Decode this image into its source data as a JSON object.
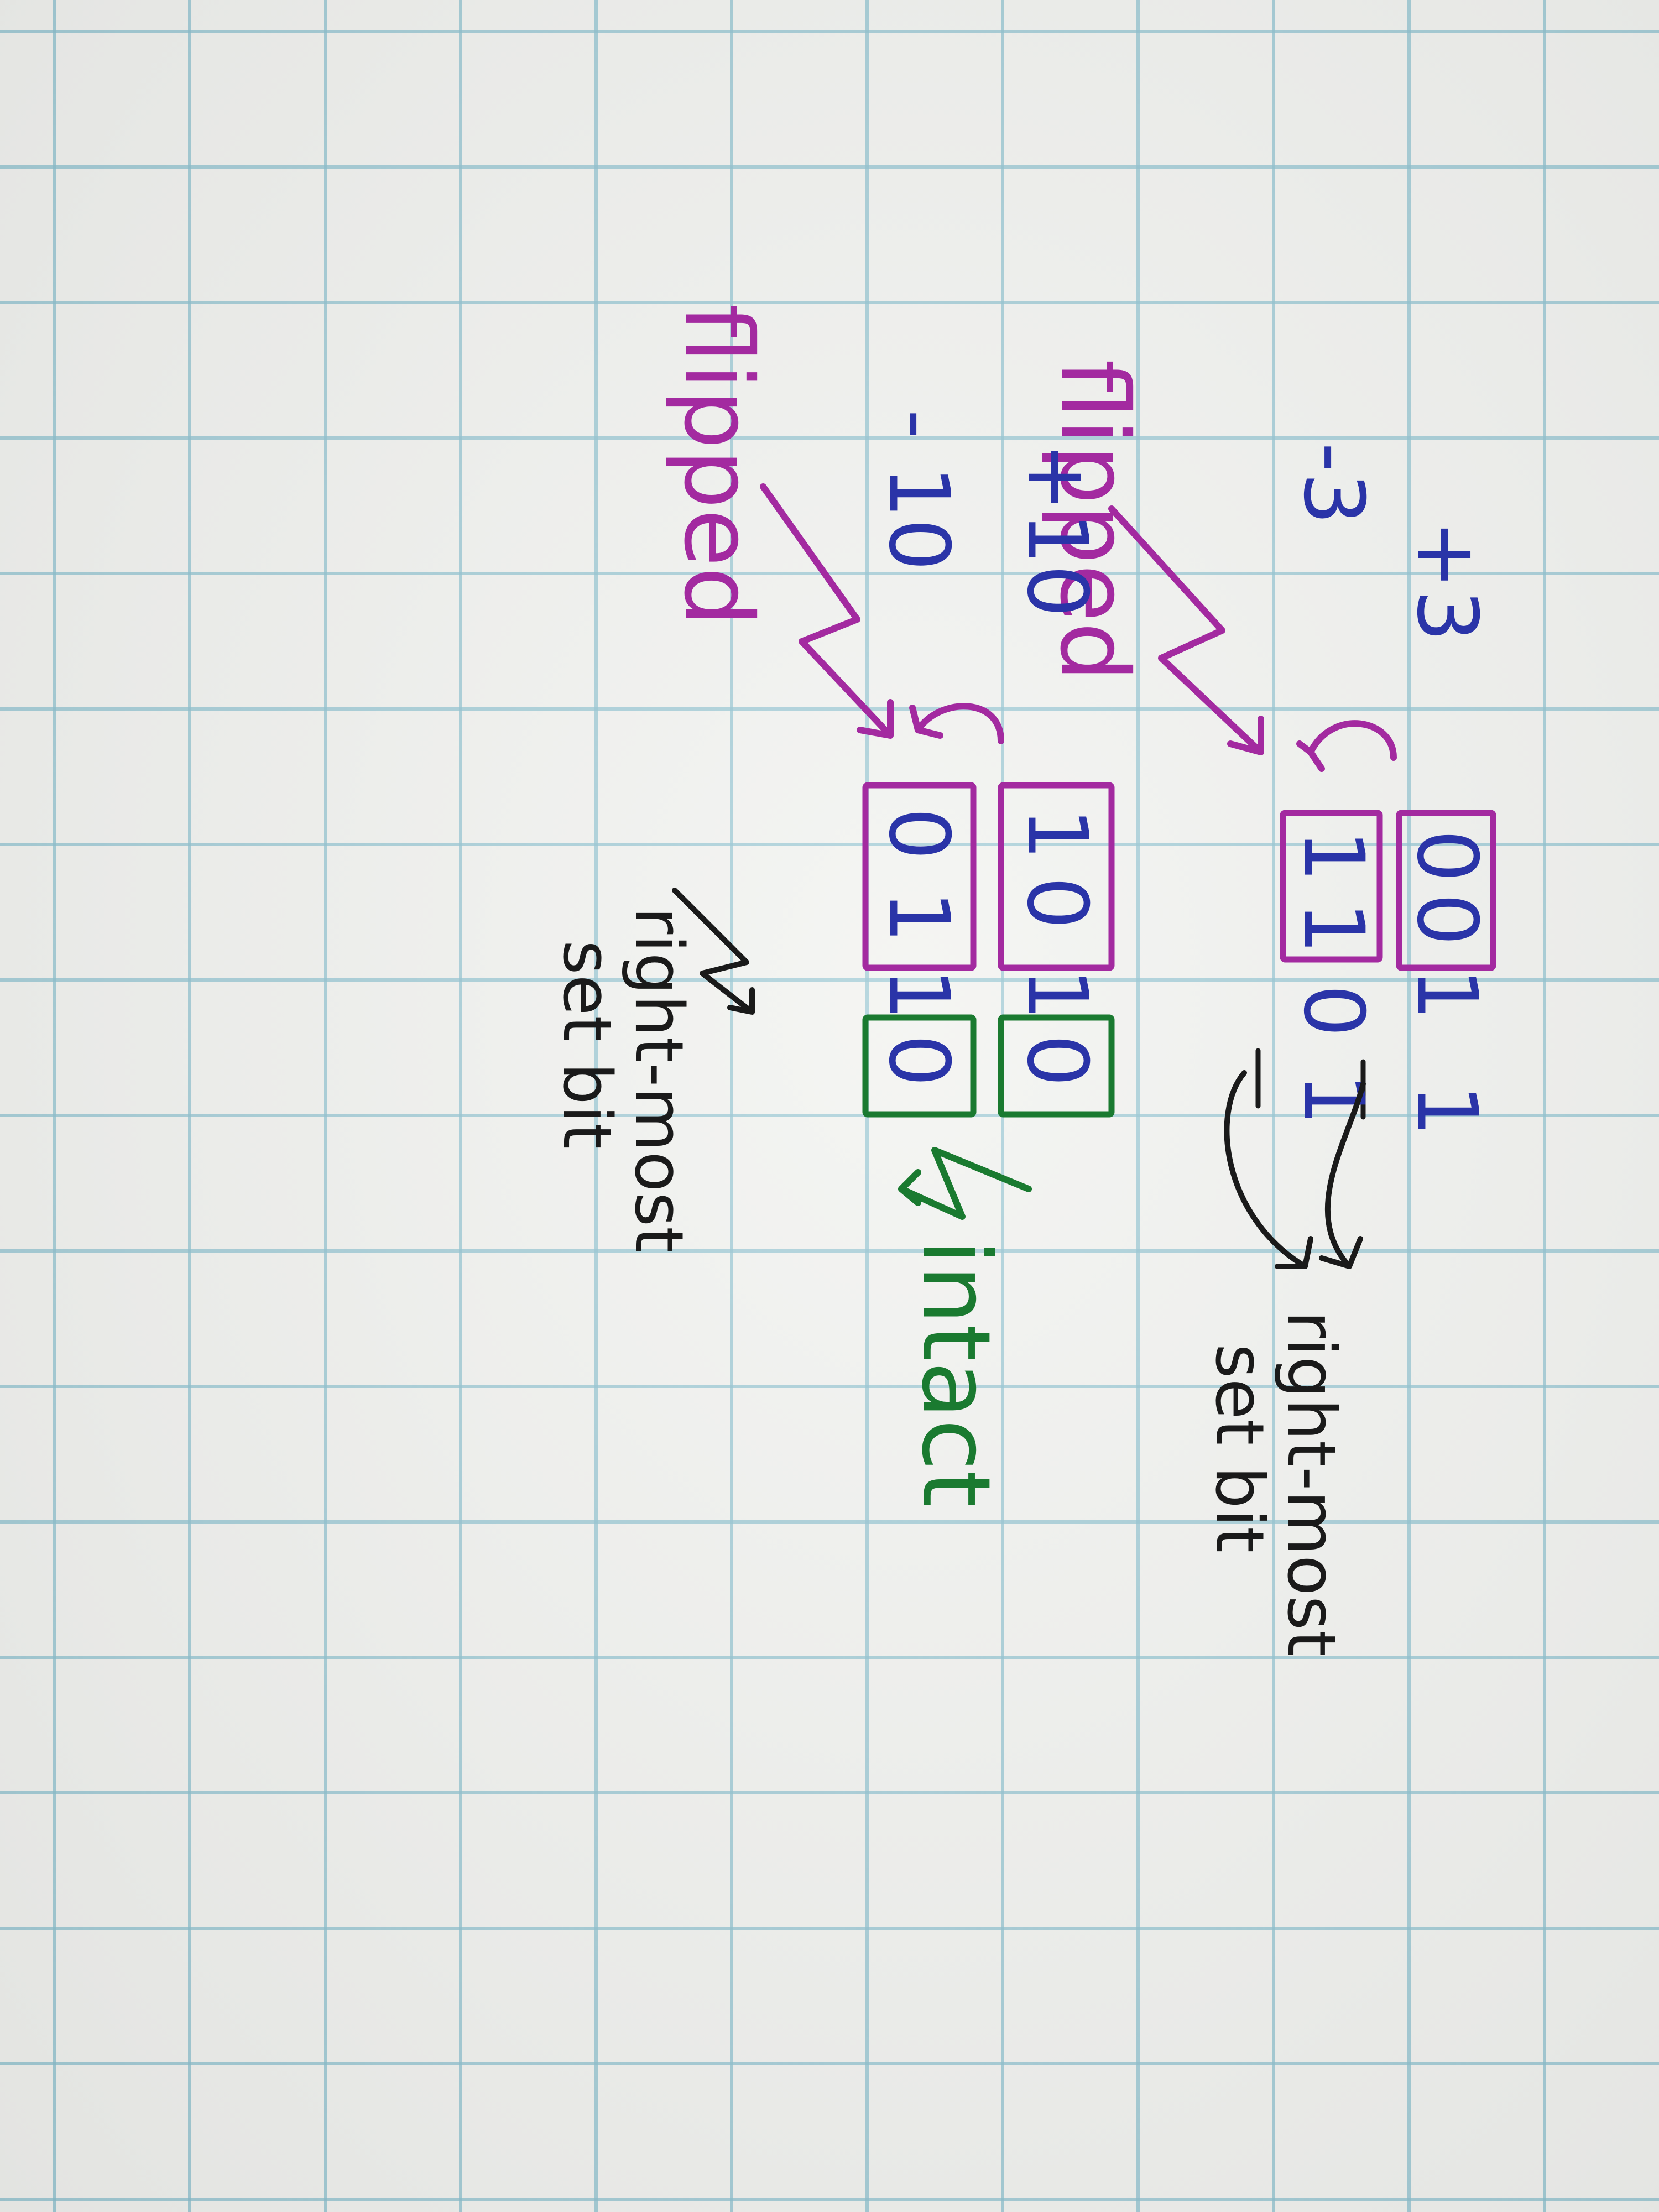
{
  "rows": {
    "plus3": {
      "label": "+3",
      "bits": [
        "0",
        "0",
        "1",
        "1"
      ]
    },
    "minus3": {
      "label": "-3",
      "bits": [
        "1",
        "1",
        "0",
        "1"
      ]
    },
    "plus10": {
      "label": "+10",
      "bits": [
        "1",
        "0",
        "1",
        "0"
      ]
    },
    "minus10": {
      "label": "- 10",
      "bits": [
        "0",
        "1",
        "1",
        "0"
      ]
    }
  },
  "annotations": {
    "flipped": "flipped",
    "intact": "intact",
    "right_most": "right-most",
    "set_bit": "set bit"
  },
  "colors": {
    "ink_blue": "#2a34a8",
    "ink_pink": "#a32aa0",
    "ink_green": "#1a7a30",
    "ink_black": "#1a1a1a",
    "grid": "#88bece",
    "paper": "#f1f2ef"
  }
}
